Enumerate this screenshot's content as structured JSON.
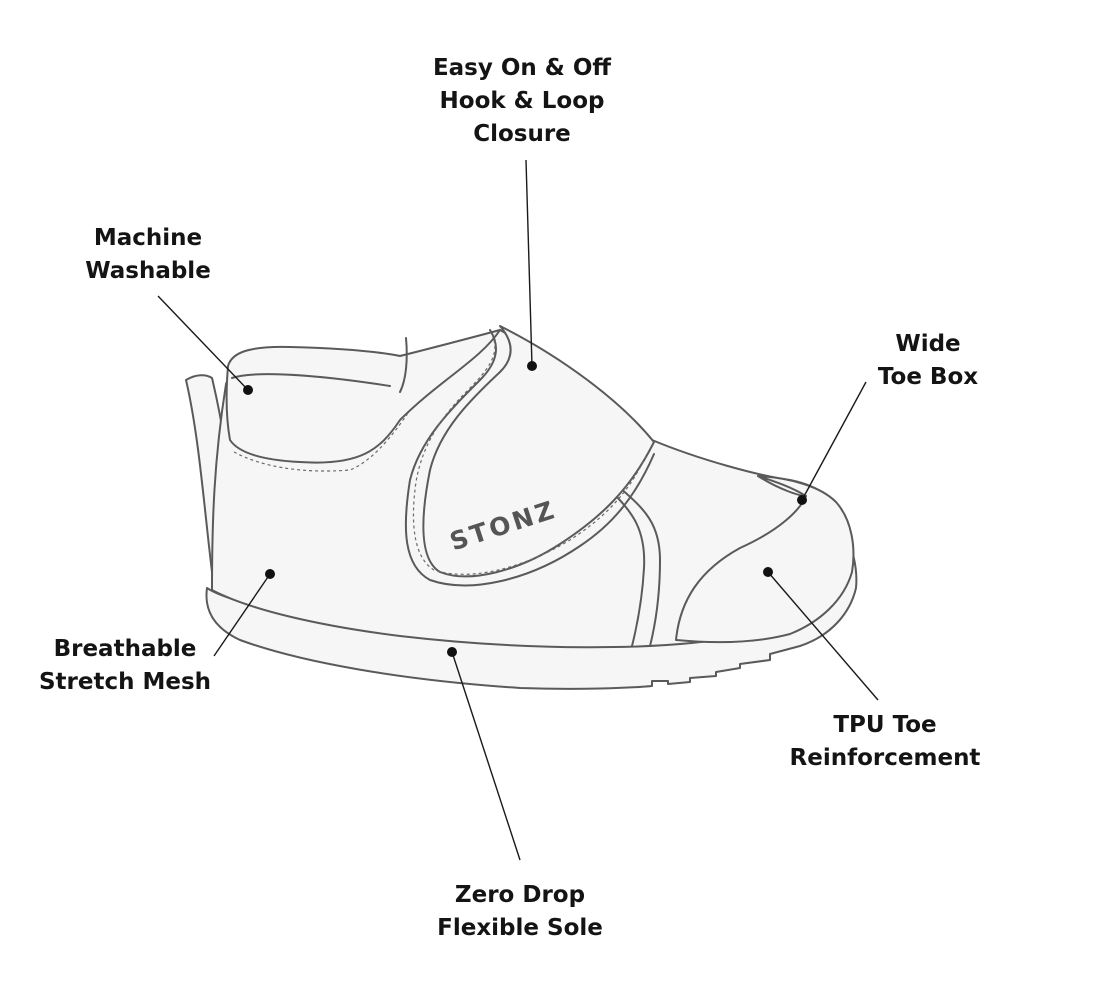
{
  "brand": {
    "logo_text": "STONZ"
  },
  "callouts": {
    "closure": {
      "lines": [
        "Easy On & Off",
        "Hook & Loop",
        "Closure"
      ]
    },
    "washable": {
      "lines": [
        "Machine",
        "Washable"
      ]
    },
    "toe_box": {
      "lines": [
        "Wide",
        "Toe Box"
      ]
    },
    "mesh": {
      "lines": [
        "Breathable",
        "Stretch Mesh"
      ]
    },
    "tpu": {
      "lines": [
        "TPU Toe",
        "Reinforcement"
      ]
    },
    "sole": {
      "lines": [
        "Zero Drop",
        "Flexible Sole"
      ]
    }
  },
  "colors": {
    "outline": "#5a5a5a",
    "fill": "#f6f6f6",
    "text": "#141414",
    "leader": "#1a1a1a"
  }
}
